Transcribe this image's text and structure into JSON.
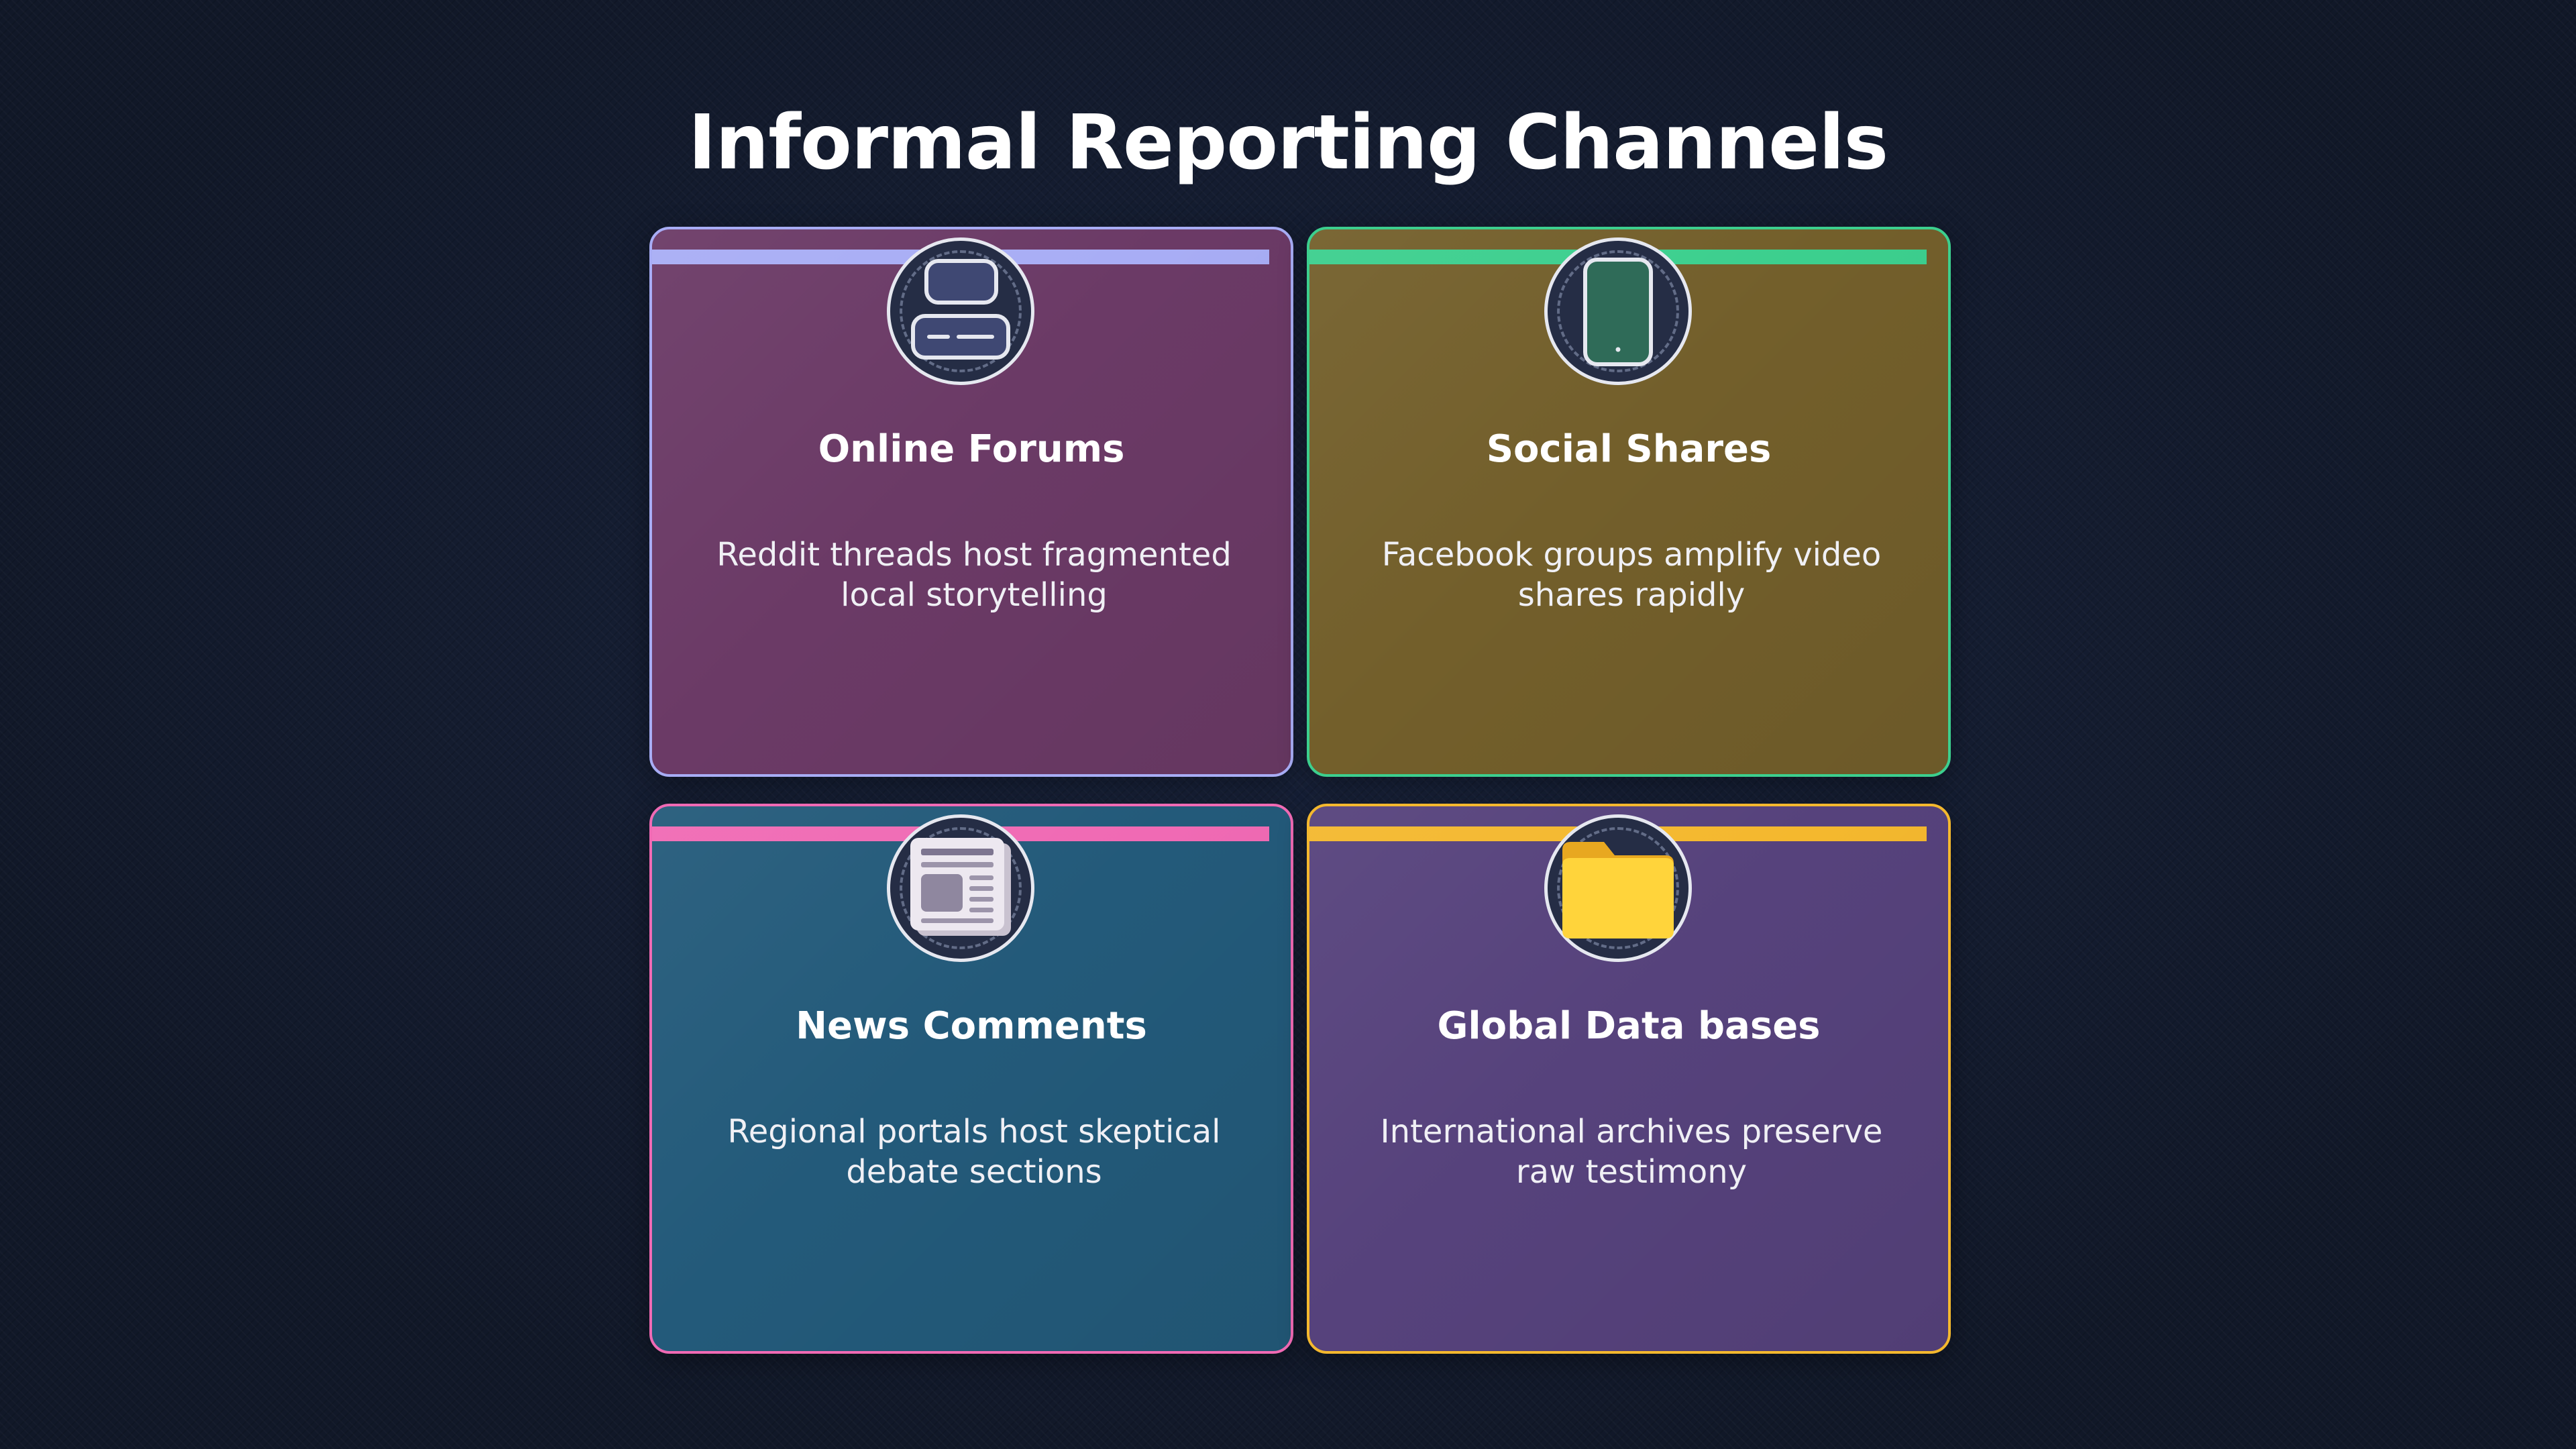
{
  "title": "Informal Reporting Channels",
  "cards": [
    {
      "title": "Online Forums",
      "description": "Reddit threads host fragmented local storytelling",
      "icon": "forum-icon",
      "background": "#6b3a66",
      "accent": "#a8adf5"
    },
    {
      "title": "Social Shares",
      "description": "Facebook groups amplify video shares rapidly",
      "icon": "phone-icon",
      "background": "#735f2b",
      "accent": "#3ccf8e"
    },
    {
      "title": "News Comments",
      "description": "Regional portals host skeptical debate sections",
      "icon": "newspaper-icon",
      "background": "#235a7a",
      "accent": "#f06ab4"
    },
    {
      "title": "Global Data bases",
      "description": "International archives preserve raw testimony",
      "icon": "folder-icon",
      "background": "#56427c",
      "accent": "#f4b82e"
    }
  ]
}
